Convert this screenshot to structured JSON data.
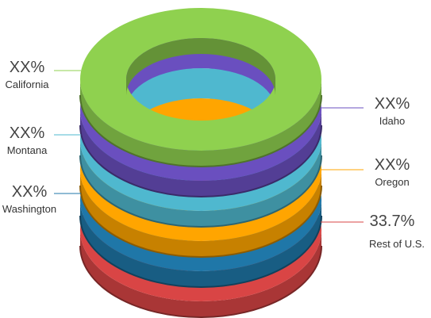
{
  "chart_data": {
    "type": "pie",
    "style": "stacked-3d-donut",
    "categories": [
      "California",
      "Idaho",
      "Montana",
      "Oregon",
      "Washington",
      "Rest of U.S."
    ],
    "labels": [
      {
        "name": "California",
        "value": "XX%",
        "side": "left"
      },
      {
        "name": "Montana",
        "value": "XX%",
        "side": "left"
      },
      {
        "name": "Washington",
        "value": "XX%",
        "side": "left"
      },
      {
        "name": "Idaho",
        "value": "XX%",
        "side": "right"
      },
      {
        "name": "Oregon",
        "value": "XX%",
        "side": "right"
      },
      {
        "name": "Rest of U.S.",
        "value": "33.7%",
        "side": "right"
      }
    ],
    "layers": [
      {
        "category": "Rest of U.S.",
        "color": "#d94545"
      },
      {
        "category": "Washington",
        "color": "#1f77a8"
      },
      {
        "category": "Oregon",
        "color": "#ffa500"
      },
      {
        "category": "Montana",
        "color": "#4fb8cf"
      },
      {
        "category": "Idaho",
        "color": "#6a4fbf"
      },
      {
        "category": "California",
        "color": "#8fd14f"
      }
    ],
    "values_known": {
      "Rest of U.S.": 33.7
    },
    "title": "",
    "legend": "none"
  }
}
